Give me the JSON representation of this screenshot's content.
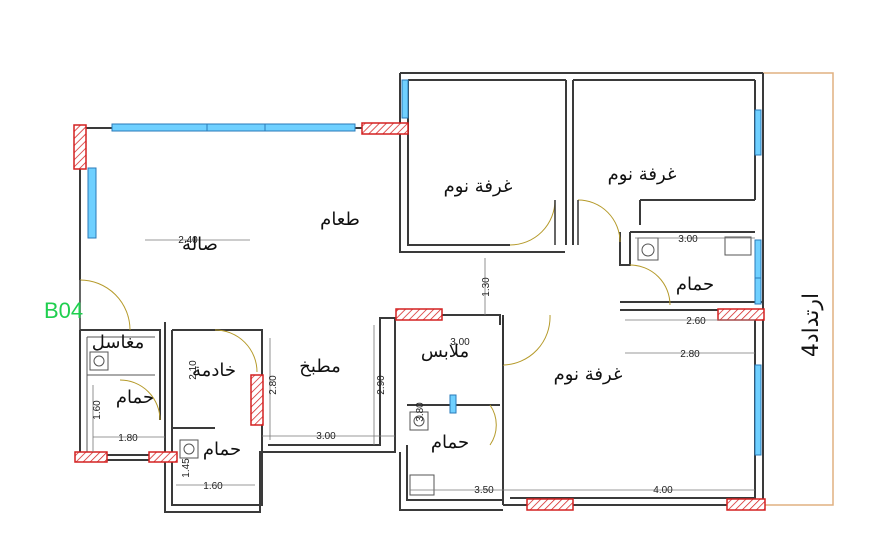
{
  "unit_code": "B04",
  "setback_label": "ارتداد4",
  "rooms": {
    "dining": "طعام",
    "living": "صالة",
    "bedroom_1": "غرفة نوم",
    "bedroom_2": "غرفة نوم",
    "bedroom_3": "غرفة نوم",
    "bath_master": "حمام",
    "dressing": "ملابس",
    "bath_bedroom3": "حمام",
    "kitchen": "مطبخ",
    "maid": "خادمة",
    "bath_maid": "حمام",
    "laundry": "مغاسل",
    "bath_left": "حمام"
  },
  "dimensions": {
    "living_width": "2.40",
    "corridor_height": "1.30",
    "master_bath_width": "3.00",
    "master_bath_depth": "2.60",
    "bedroom3_width": "2.80",
    "dressing_small": "3.00",
    "bath_b3_height": "3.80",
    "bottom_35": "3.50",
    "bottom_40": "4.00",
    "kitchen_width": "3.00",
    "kitchen_height": "2.90",
    "maid_height": "2.80",
    "maid_width": "2.10",
    "maid_bath_height": "1.45",
    "maid_bath_width": "1.60",
    "left_bath_width": "1.80",
    "left_bath_height": "1.60"
  }
}
